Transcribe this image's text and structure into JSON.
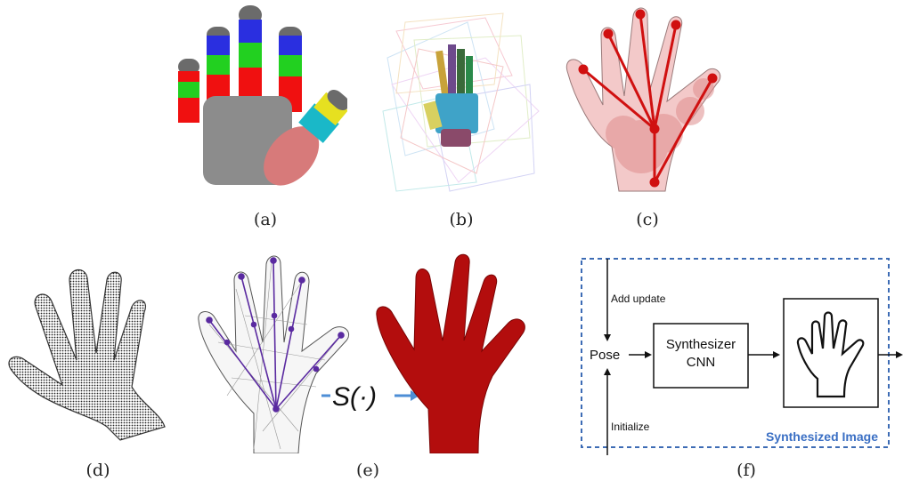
{
  "captions": {
    "a": "(a)",
    "b": "(b)",
    "c": "(c)",
    "d": "(d)",
    "e": "(e)",
    "f": "(f)"
  },
  "panel_e": {
    "skin_function": "S(·)"
  },
  "panel_f": {
    "add_update": "Add update",
    "pose": "Pose",
    "synth_line1": "Synthesizer",
    "synth_line2": "CNN",
    "initialize": "Initialize",
    "title": "Synthesized Image"
  },
  "colors": {
    "segment_blue": "#2a2fe0",
    "segment_green": "#22d020",
    "segment_red": "#f01010",
    "tip_gray": "#6b6b6b",
    "palm_gray": "#8c8c8c",
    "thumb_pink": "#d77a7a",
    "thumb_cyan": "#1ab8c8",
    "thumb_yellow": "#e6e020",
    "skeleton_red": "#d01010",
    "skeleton_purple": "#5a2aa0",
    "mesh_red": "#b30d0d",
    "dashed_blue": "#3d6cb5",
    "title_blue": "#3a6fc4"
  }
}
